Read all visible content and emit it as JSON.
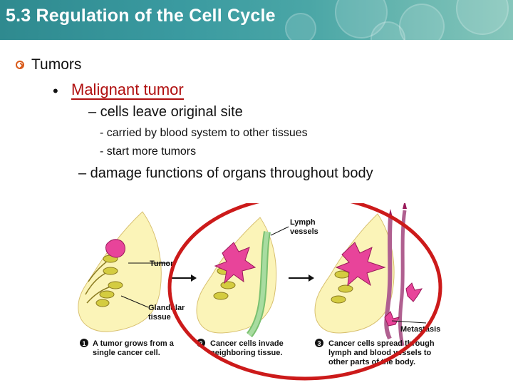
{
  "header": {
    "title": "5.3 Regulation of the Cell Cycle"
  },
  "content": {
    "heading": "Tumors",
    "bullet_char": "•",
    "subheading": "Malignant tumor",
    "point1": "– cells leave original site",
    "subpoints": [
      "- carried by blood system to other tissues",
      "- start more tumors"
    ],
    "point2": "– damage functions of organs throughout body"
  },
  "figure": {
    "labels": {
      "lymph_line1": "Lymph",
      "lymph_line2": "vessels",
      "tumor": "Tumor",
      "glandular_line1": "Glandular",
      "glandular_line2": "tissue",
      "metastasis": "Metastasis"
    },
    "steps": [
      {
        "number": "1",
        "lines": [
          "A tumor grows from a",
          "single cancer cell."
        ]
      },
      {
        "number": "2",
        "lines": [
          "Cancer cells invade",
          "neighboring tissue."
        ]
      },
      {
        "number": "3",
        "lines": [
          "Cancer cells spread through",
          "lymph and blood vessels to",
          "other parts of the body."
        ]
      }
    ]
  },
  "colors": {
    "header": "#3a9aa0",
    "accent": "#b01010",
    "bullet": "#d95a1a",
    "tissue": "#fbf4b8",
    "tumor": "#e8449a",
    "lymph": "#a8dca0",
    "circle": "#cc1a1a"
  }
}
